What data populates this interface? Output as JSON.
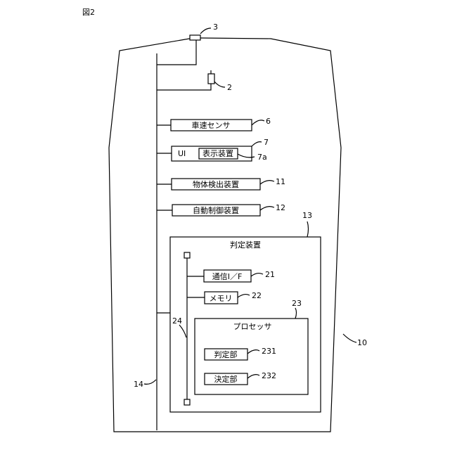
{
  "figure": {
    "label": "図2"
  },
  "vehicle": {
    "ref": "10"
  },
  "sensor_top": {
    "ref": "3"
  },
  "sensor_side": {
    "ref": "2"
  },
  "bus": {
    "ref": "14"
  },
  "speed_sensor": {
    "label": "車速センサ",
    "ref": "6"
  },
  "ui": {
    "label": "UI",
    "ref": "7",
    "display_label": "表示装置",
    "display_ref": "7a"
  },
  "object_detector": {
    "label": "物体検出装置",
    "ref": "11"
  },
  "auto_control": {
    "label": "自動制御装置",
    "ref": "12"
  },
  "judge_device": {
    "label": "判定装置",
    "ref": "13",
    "internal_bus_ref": "24",
    "comm_if": {
      "label": "通信I／F",
      "ref": "21"
    },
    "memory": {
      "label": "メモリ",
      "ref": "22"
    },
    "processor": {
      "label": "プロセッサ",
      "ref": "23",
      "judge_unit": {
        "label": "判定部",
        "ref": "231"
      },
      "decide_unit": {
        "label": "決定部",
        "ref": "232"
      }
    }
  }
}
